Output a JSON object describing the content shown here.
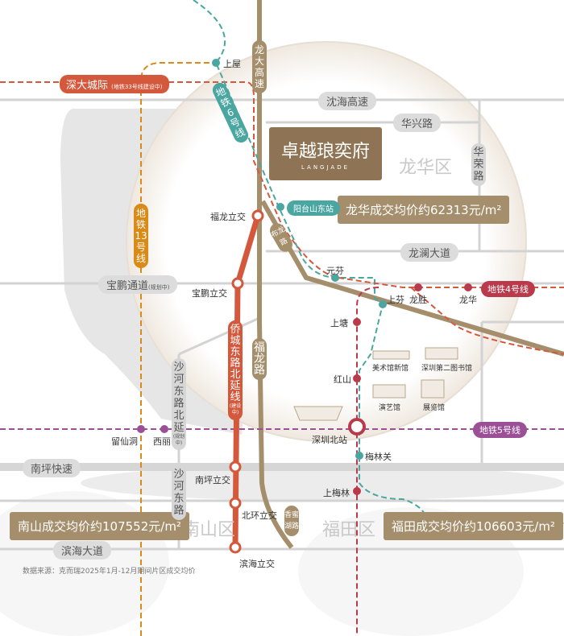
{
  "project": {
    "name": "卓越琅奕府",
    "name_en": "LANGJADE"
  },
  "districts": {
    "longhua": "龙华区",
    "nanshan": "南山区",
    "futian": "福田区"
  },
  "prices": {
    "longhua": "龙华成交均价约62313元/m²",
    "nanshan": "南山成交均价约107552元/m²",
    "futian": "福田成交均价约106603元/m²"
  },
  "roads": {
    "shenhai": "沈海高速",
    "huaxing": "华兴路",
    "longlan": "龙澜大道",
    "baopeng": "宝鹏通道",
    "baopeng_note": "(规划中)",
    "nanping": "南坪快速",
    "binhai": "滨海大道",
    "longda": "龙大高速",
    "huarong": "华荣路",
    "bulong": "布龙路",
    "fulong": "福龙路",
    "shahe": "沙河东路",
    "shahe_north": "沙河东路北延",
    "shahe_note": "(规划中)",
    "xiangmihu": "香蜜湖路"
  },
  "lines": {
    "intercity": "深大城际",
    "intercity_note": "(地铁33号线建设中)",
    "m6": "地铁6号线",
    "m13": "地铁13号线",
    "m4": "地铁4号线",
    "m5": "地铁5号线",
    "qiaocheng": "侨城东路北延线",
    "qiaocheng_note": "(建设中)"
  },
  "stations": {
    "shangwu": "上屋",
    "yangtaishan": "阳台山东站",
    "yuanfen": "元芬",
    "shangfen": "上芬",
    "longsheng": "龙胜",
    "longhua": "龙华",
    "shangtang": "上塘",
    "hongshan": "红山",
    "szbei": "深圳北站",
    "meilinguan": "梅林关",
    "shangmeilin": "上梅林",
    "liuxiandong": "留仙洞",
    "xili": "西丽"
  },
  "interchanges": {
    "fulong": "福龙立交",
    "baopeng": "宝鹏立交",
    "nanping": "南坪立交",
    "beihuan": "北环立交",
    "binhai": "滨海立交"
  },
  "landmarks": {
    "art": "美术馆新馆",
    "library": "深圳第二图书馆",
    "theatre": "演艺馆",
    "exhibition": "展览馆"
  },
  "source": "数据来源：克而瑞2025年1月-12月期间片区成交均价",
  "colors": {
    "tan": "#a58e6c",
    "red": "#d4583c",
    "teal": "#4aa6a0",
    "orange": "#d98a17",
    "purple": "#9b4f96",
    "crimson": "#b83a4b"
  }
}
